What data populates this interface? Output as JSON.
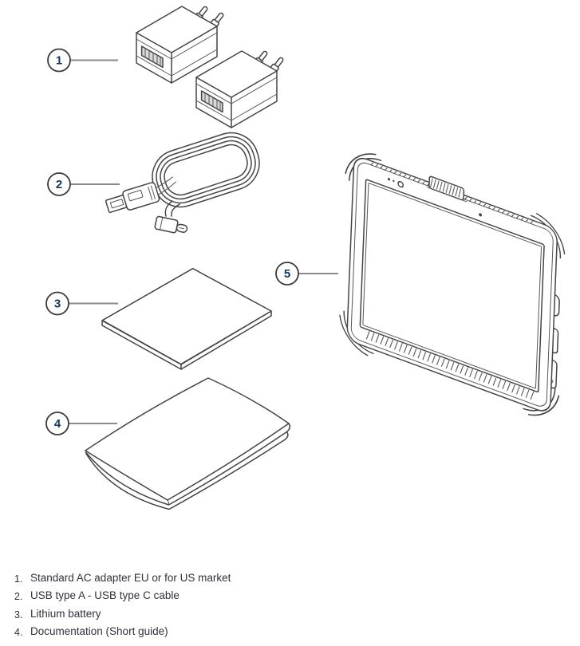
{
  "figure": {
    "type": "line-art-packaging-diagram",
    "parts": [
      {
        "id": 1,
        "name": "ac-adapter-pair"
      },
      {
        "id": 2,
        "name": "usb-cable"
      },
      {
        "id": 3,
        "name": "lithium-battery"
      },
      {
        "id": 4,
        "name": "documentation-booklet"
      },
      {
        "id": 5,
        "name": "rugged-tablet"
      }
    ],
    "callouts": [
      {
        "number": "1"
      },
      {
        "number": "2"
      },
      {
        "number": "3"
      },
      {
        "number": "4"
      },
      {
        "number": "5"
      }
    ]
  },
  "parts_list": {
    "items": [
      {
        "number": "1.",
        "label": "Standard AC adapter EU or for US market"
      },
      {
        "number": "2.",
        "label": "USB type A - USB type C cable"
      },
      {
        "number": "3.",
        "label": "Lithium battery"
      },
      {
        "number": "4.",
        "label": "Documentation (Short guide)"
      }
    ]
  },
  "colors": {
    "line": "#444444",
    "leader_line": "#8a8a8a",
    "callout_number": "#16365c",
    "list_text": "#30313a",
    "background": "#ffffff"
  }
}
